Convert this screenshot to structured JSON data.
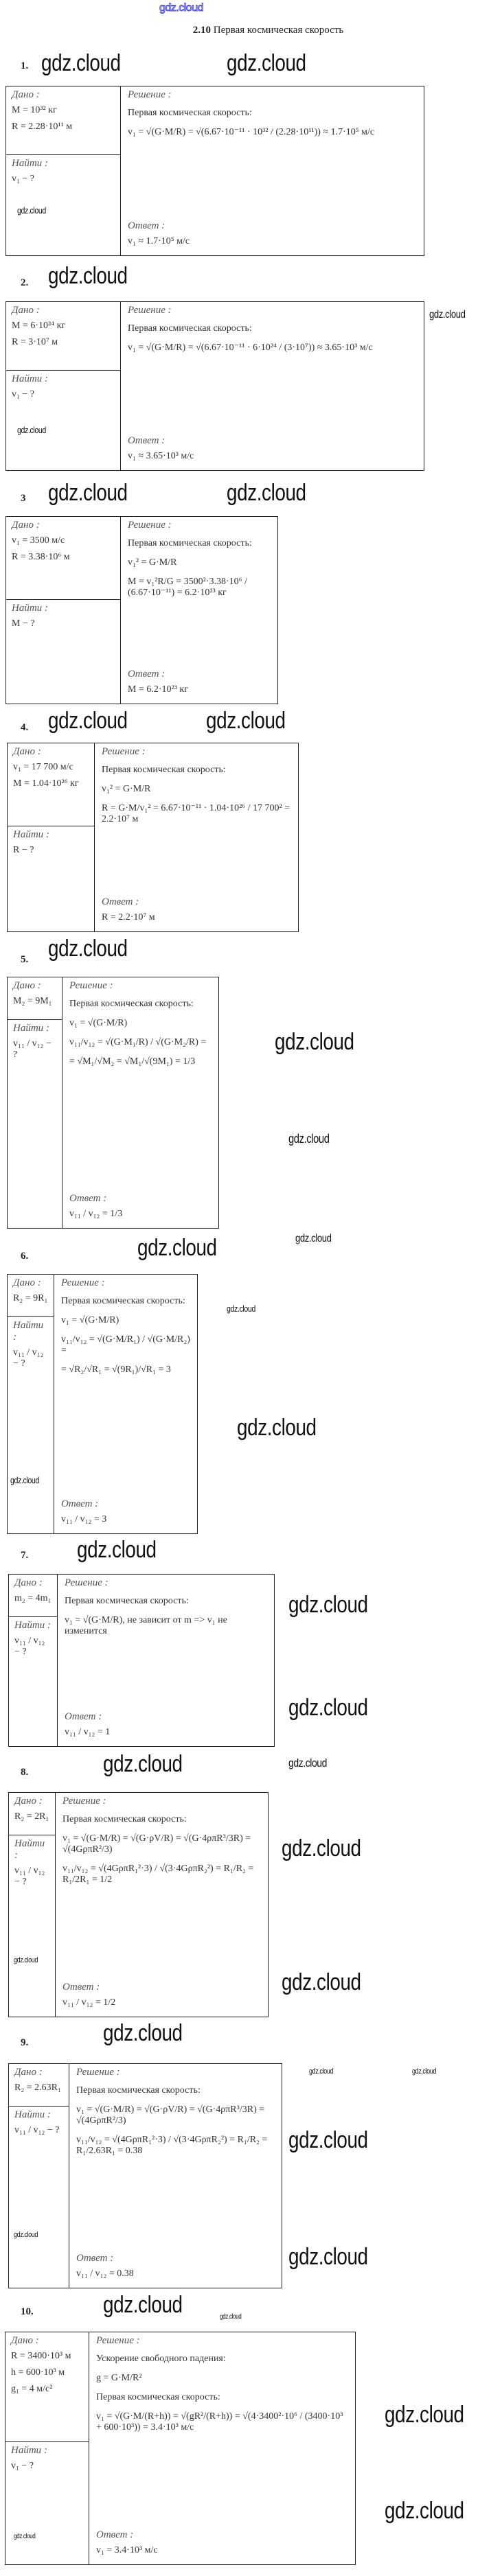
{
  "logo": "gdz.cloud",
  "title": {
    "number": "2.10",
    "text": "Первая космическая скорость"
  },
  "watermark": "gdz.cloud",
  "labels": {
    "given": "Дано :",
    "find": "Найти :",
    "solution": "Решение :",
    "answer": "Ответ :"
  },
  "problems": [
    {
      "number": "1.",
      "given": [
        "M = 10³² кг",
        "R = 2.28·10¹¹ м"
      ],
      "find": [
        "v₁ − ?"
      ],
      "solution": [
        "Первая космическая скорость:",
        "v₁ = √(G·M/R) = √(6.67·10⁻¹¹ · 10³² / (2.28·10¹¹)) ≈ 1.7·10⁵ м/с"
      ],
      "answer": [
        "v₁ ≈ 1.7·10⁵ м/с"
      ]
    },
    {
      "number": "2.",
      "given": [
        "M = 6·10²⁴ кг",
        "R = 3·10⁷ м"
      ],
      "find": [
        "v₁ − ?"
      ],
      "solution": [
        "Первая космическая скорость:",
        "v₁ = √(G·M/R) = √(6.67·10⁻¹¹ · 6·10²⁴ / (3·10⁷)) ≈ 3.65·10³ м/с"
      ],
      "answer": [
        "v₁ ≈ 3.65·10³ м/с"
      ]
    },
    {
      "number": "3",
      "given": [
        "v₁ = 3500 м/с",
        "R = 3.38·10⁶ м"
      ],
      "find": [
        "M − ?"
      ],
      "solution": [
        "Первая космическая скорость:",
        "v₁² = G·M/R",
        "M = v₁²R/G = 3500²·3.38·10⁶ / (6.67·10⁻¹¹) = 6.2·10²³ кг"
      ],
      "answer": [
        "M = 6.2·10²³ кг"
      ]
    },
    {
      "number": "4.",
      "given": [
        "v₁ = 17 700 м/с",
        "M = 1.04·10²⁶ кг"
      ],
      "find": [
        "R − ?"
      ],
      "solution": [
        "Первая космическая скорость:",
        "v₁² = G·M/R",
        "R = G·M/v₁² = 6.67·10⁻¹¹ · 1.04·10²⁶ / 17 700² = 2.2·10⁷ м"
      ],
      "answer": [
        "R = 2.2·10⁷ м"
      ]
    },
    {
      "number": "5.",
      "given": [
        "M₂ = 9M₁"
      ],
      "find": [
        "v₁₁ / v₁₂ − ?"
      ],
      "solution": [
        "Первая космическая скорость:",
        "v₁ = √(G·M/R)",
        "v₁₁/v₁₂ = √(G·M₁/R) / √(G·M₂/R) =",
        "= √M₁/√M₂ = √M₁/√(9M₁) = 1/3"
      ],
      "answer": [
        "v₁₁ / v₁₂ = 1/3"
      ]
    },
    {
      "number": "6.",
      "given": [
        "R₂ = 9R₁"
      ],
      "find": [
        "v₁₁ / v₁₂ − ?"
      ],
      "solution": [
        "Первая космическая скорость:",
        "v₁ = √(G·M/R)",
        "v₁₁/v₁₂ = √(G·M/R₁) / √(G·M/R₂) =",
        "= √R₂/√R₁ = √(9R₁)/√R₁ = 3"
      ],
      "answer": [
        "v₁₁ / v₁₂ = 3"
      ]
    },
    {
      "number": "7.",
      "given": [
        "m₂ = 4m₁"
      ],
      "find": [
        "v₁₁ / v₁₂ − ?"
      ],
      "solution": [
        "Первая космическая скорость:",
        "v₁ = √(G·M/R), не зависит от m => v₁ не изменится"
      ],
      "answer": [
        "v₁₁ / v₁₂ = 1"
      ]
    },
    {
      "number": "8.",
      "given": [
        "R₂ = 2R₁"
      ],
      "find": [
        "v₁₁ / v₁₂ − ?"
      ],
      "solution": [
        "Первая космическая скорость:",
        "v₁ = √(G·M/R) = √(G·ρV/R) = √(G·4ρπR³/3R) = √(4GρπR²/3)",
        "v₁₁/v₁₂ = √(4GρπR₁²·3) / √(3·4GρπR₂²) = R₁/R₂ = R₁/2R₁ = 1/2"
      ],
      "answer": [
        "v₁₁ / v₁₂ = 1/2"
      ]
    },
    {
      "number": "9.",
      "given": [
        "R₂ = 2.63R₁"
      ],
      "find": [
        "v₁₁ / v₁₂ − ?"
      ],
      "solution": [
        "Первая космическая скорость:",
        "v₁ = √(G·M/R) = √(G·ρV/R) = √(G·4ρπR³/3R) = √(4GρπR²/3)",
        "v₁₁/v₁₂ = √(4GρπR₁²·3) / √(3·4GρπR₂²) = R₁/R₂ = R₁/2.63R₁ = 0.38"
      ],
      "answer": [
        "v₁₁ / v₁₂ = 0.38"
      ]
    },
    {
      "number": "10.",
      "given": [
        "R = 3400·10³ м",
        "h = 600·10³ м",
        "g₁ = 4 м/с²"
      ],
      "find": [
        "v₁ − ?"
      ],
      "solution": [
        "Ускорение свободного падения:",
        "g = G·M/R²",
        "Первая космическая скорость:",
        "v₁ = √(G·M/(R+h)) = √(gR²/(R+h)) = √(4·3400²·10⁶ / (3400·10³ + 600·10³)) = 3.4·10³ м/с"
      ],
      "answer": [
        "v₁ = 3.4·10³ м/с"
      ]
    }
  ]
}
